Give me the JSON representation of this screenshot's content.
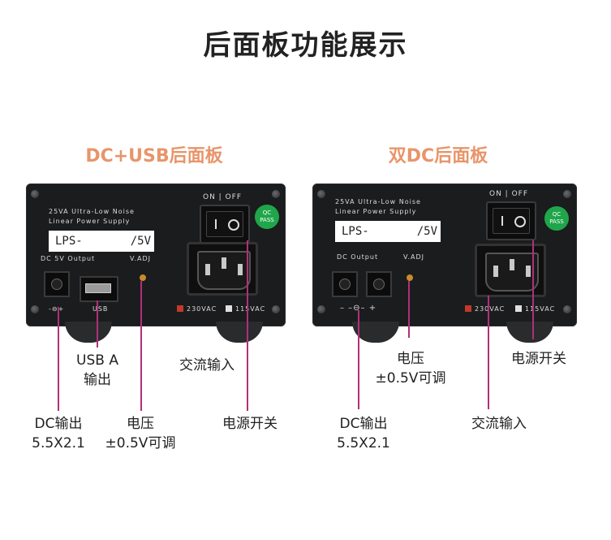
{
  "title": "后面板功能展示",
  "colors": {
    "accent": "#e8956a",
    "line": "#b0307a",
    "qc": "#1fa64a"
  },
  "left_panel": {
    "heading": "DC+USB后面板",
    "device": {
      "brand_line1": "25VA Ultra-Low Noise",
      "brand_line2": "Linear Power Supply",
      "model": "LPS-       /5V",
      "switch_label": "ON | OFF",
      "qc": "QC PASS",
      "dc_label": "DC 5V Output",
      "vadj": "V.ADJ",
      "usb_label": "USB",
      "v230": "230VAC",
      "v115": "115VAC"
    },
    "callouts": {
      "usb": [
        "USB A",
        "输出"
      ],
      "ac_in": [
        "交流输入"
      ],
      "dc_out": [
        "DC输出",
        "5.5X2.1"
      ],
      "voltage": [
        "电压",
        "±0.5V可调"
      ],
      "power_switch": [
        "电源开关"
      ]
    }
  },
  "right_panel": {
    "heading": "双DC后面板",
    "device": {
      "brand_line1": "25VA Ultra-Low Noise",
      "brand_line2": "Linear Power Supply",
      "model": "LPS-       /5V",
      "switch_label": "ON | OFF",
      "qc": "QC PASS",
      "dc_label": "DC Output",
      "vadj": "V.ADJ",
      "v230": "230VAC",
      "v115": "115VAC"
    },
    "callouts": {
      "voltage": [
        "电压",
        "±0.5V可调"
      ],
      "power_switch": [
        "电源开关"
      ],
      "dc_out": [
        "DC输出",
        "5.5X2.1"
      ],
      "ac_in": [
        "交流输入"
      ]
    }
  }
}
